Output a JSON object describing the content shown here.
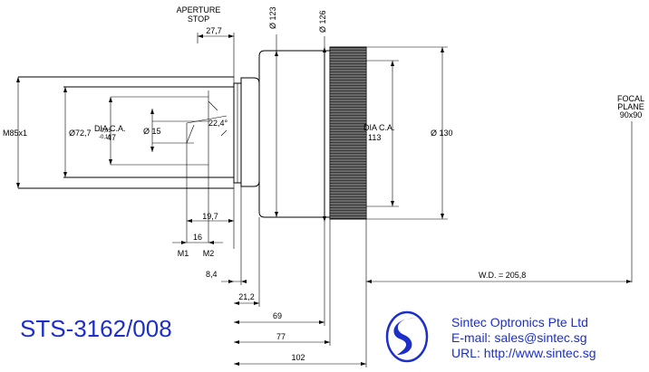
{
  "model_number": "STS-3162/008",
  "company": {
    "name": "Sintec Optronics Pte Ltd",
    "email": "E-mail: sales@sintec.sg",
    "url": "URL: http://www.sintec.sg"
  },
  "colors": {
    "accent": "#1c2fc9",
    "line": "#000000"
  },
  "labels": {
    "aperture_stop_1": "APERTURE",
    "aperture_stop_2": "STOP",
    "dim_27_7": "27,7",
    "dia_123": "Ø 123",
    "dia_126": "Ø 126",
    "m85": "M85x1",
    "dia_72_7": "Ø72,7",
    "tol_up": "-0,05",
    "tol_down": "-0,10",
    "dia_ca_1": "DIA C.A.",
    "ca_47": "47",
    "dia_15": "Ø 15",
    "angle": "22,4°",
    "dia_ca_2": "DIA C.A.",
    "ca_113": "113",
    "dia_130": "Ø 130",
    "focal_1": "FOCAL",
    "focal_2": "PLANE",
    "focal_3": "90x90",
    "dim_19_7": "19,7",
    "dim_16": "16",
    "m1": "M1",
    "m2": "M2",
    "dim_8_4": "8,4",
    "wd": "W.D. = 205,8",
    "dim_21_2": "21,2",
    "dim_69": "69",
    "dim_77": "77",
    "dim_102": "102"
  }
}
